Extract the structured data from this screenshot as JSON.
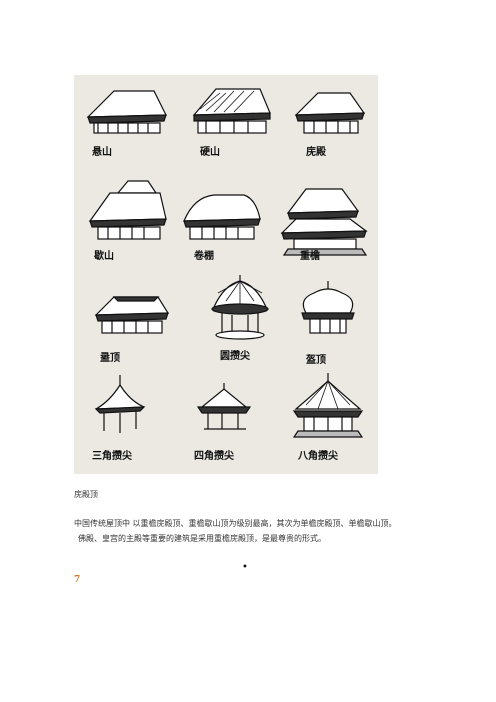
{
  "figure": {
    "labels": [
      "悬山",
      "硬山",
      "庑殿",
      "歇山",
      "卷棚",
      "重檐",
      "盝顶",
      "圆攒尖",
      "盔顶",
      "三角攒尖",
      "四角攒尖",
      "八角攒尖"
    ]
  },
  "caption": "庑殿顶",
  "paragraph": {
    "line1": "中国传统屋顶中  以重檐庑殿顶、重檐歇山顶为级别最高，其次为单檐庑殿顶、单檐歇山顶。",
    "line2": "佛殿、皇宫的主殿等重要的建筑是采用重檐庑殿顶，是最尊贵的形式。"
  },
  "bullet": "•",
  "page_number": "7"
}
